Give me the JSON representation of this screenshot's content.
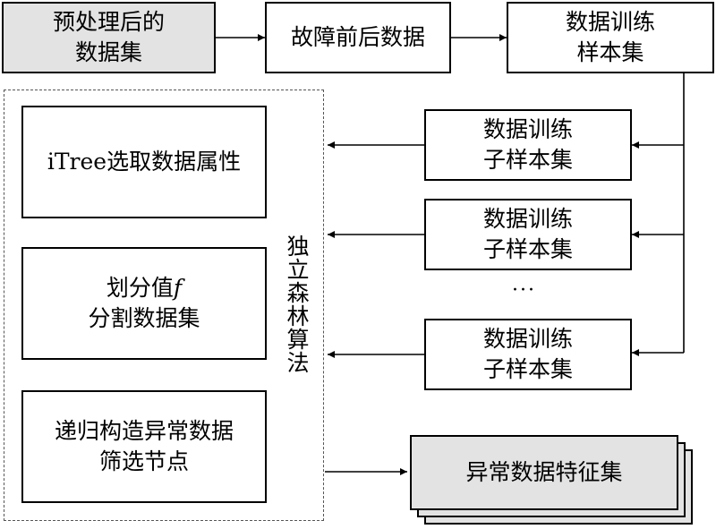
{
  "top": {
    "preprocessed": [
      "预处理后的",
      "数据集"
    ],
    "fault_data": "故障前后数据",
    "training_set": [
      "数据训练",
      "样本集"
    ]
  },
  "algorithm": {
    "title": "独立森林算法",
    "step1": "iTree选取数据属性",
    "step2_line1_prefix": "划分值",
    "step2_line1_var": "f",
    "step2_line2": "分割数据集",
    "step3": [
      "递归构造异常数据",
      "筛选节点"
    ]
  },
  "subsets": [
    [
      "数据训练",
      "子样本集"
    ],
    [
      "数据训练",
      "子样本集"
    ],
    [
      "数据训练",
      "子样本集"
    ]
  ],
  "ellipsis": "···",
  "result": "异常数据特征集"
}
